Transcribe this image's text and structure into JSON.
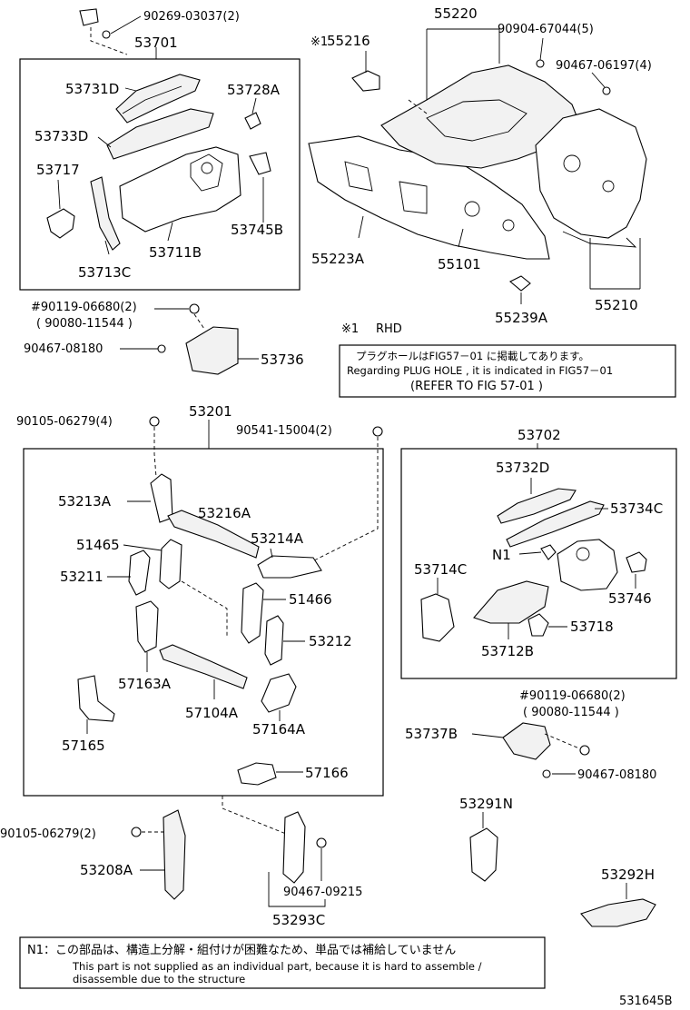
{
  "diagram_id": "531645B",
  "assemblies": {
    "a53701": "53701",
    "a53201": "53201",
    "a53702": "53702",
    "a55220": "55220",
    "a55210": "55210"
  },
  "parts": {
    "p90269": "90269-03037(2)",
    "p53731d": "53731D",
    "p53728a": "53728A",
    "p53733d": "53733D",
    "p53717": "53717",
    "p53711b": "53711B",
    "p53745b": "53745B",
    "p53713c": "53713C",
    "p90119_a": "#90119-06680(2)",
    "p90080_a": "( 90080-11544 )",
    "p90467_08180_a": "90467-08180",
    "p53736": "53736",
    "p55216_mark": "※1",
    "p55216": "55216",
    "p90904": "90904-67044(5)",
    "p90467_06197": "90467-06197(4)",
    "p55223a": "55223A",
    "p55101": "55101",
    "p55239a": "55239A",
    "p90105_a": "90105-06279(4)",
    "p90541": "90541-15004(2)",
    "p53213a": "53213A",
    "p53216a": "53216A",
    "p51465": "51465",
    "p53214a": "53214A",
    "p53211": "53211",
    "p51466": "51466",
    "p53212": "53212",
    "p57163a": "57163A",
    "p57104a": "57104A",
    "p57165": "57165",
    "p57164a": "57164A",
    "p57166": "57166",
    "p90105_b": "90105-06279(2)",
    "p53208a": "53208A",
    "p90467_09215": "90467-09215",
    "p53293c": "53293C",
    "p53732d": "53732D",
    "p53734c": "53734C",
    "p_n1": "N1",
    "p53714c": "53714C",
    "p53746": "53746",
    "p53718": "53718",
    "p53712b": "53712B",
    "p90119_b": "#90119-06680(2)",
    "p90080_b": "( 90080-11544 )",
    "p53737b": "53737B",
    "p90467_08180_b": "90467-08180",
    "p53291n": "53291N",
    "p53292h": "53292H"
  },
  "notes": {
    "rhd_mark": "※1",
    "rhd_text": "RHD",
    "plug_hole_jp": "プラグホールはFIG57－01 に掲載してあります。",
    "plug_hole_en": "Regarding  PLUG HOLE , it is  indicated  in  FIG57－01",
    "plug_hole_ref": "(REFER TO FIG  57-01   )",
    "n1_jp": "N1：この部品は、構造上分解・組付けが困難なため、単品では補給していません",
    "n1_en_1": "This part is not supplied as an individual part, because it is hard to assemble /",
    "n1_en_2": "disassemble due to the structure"
  }
}
